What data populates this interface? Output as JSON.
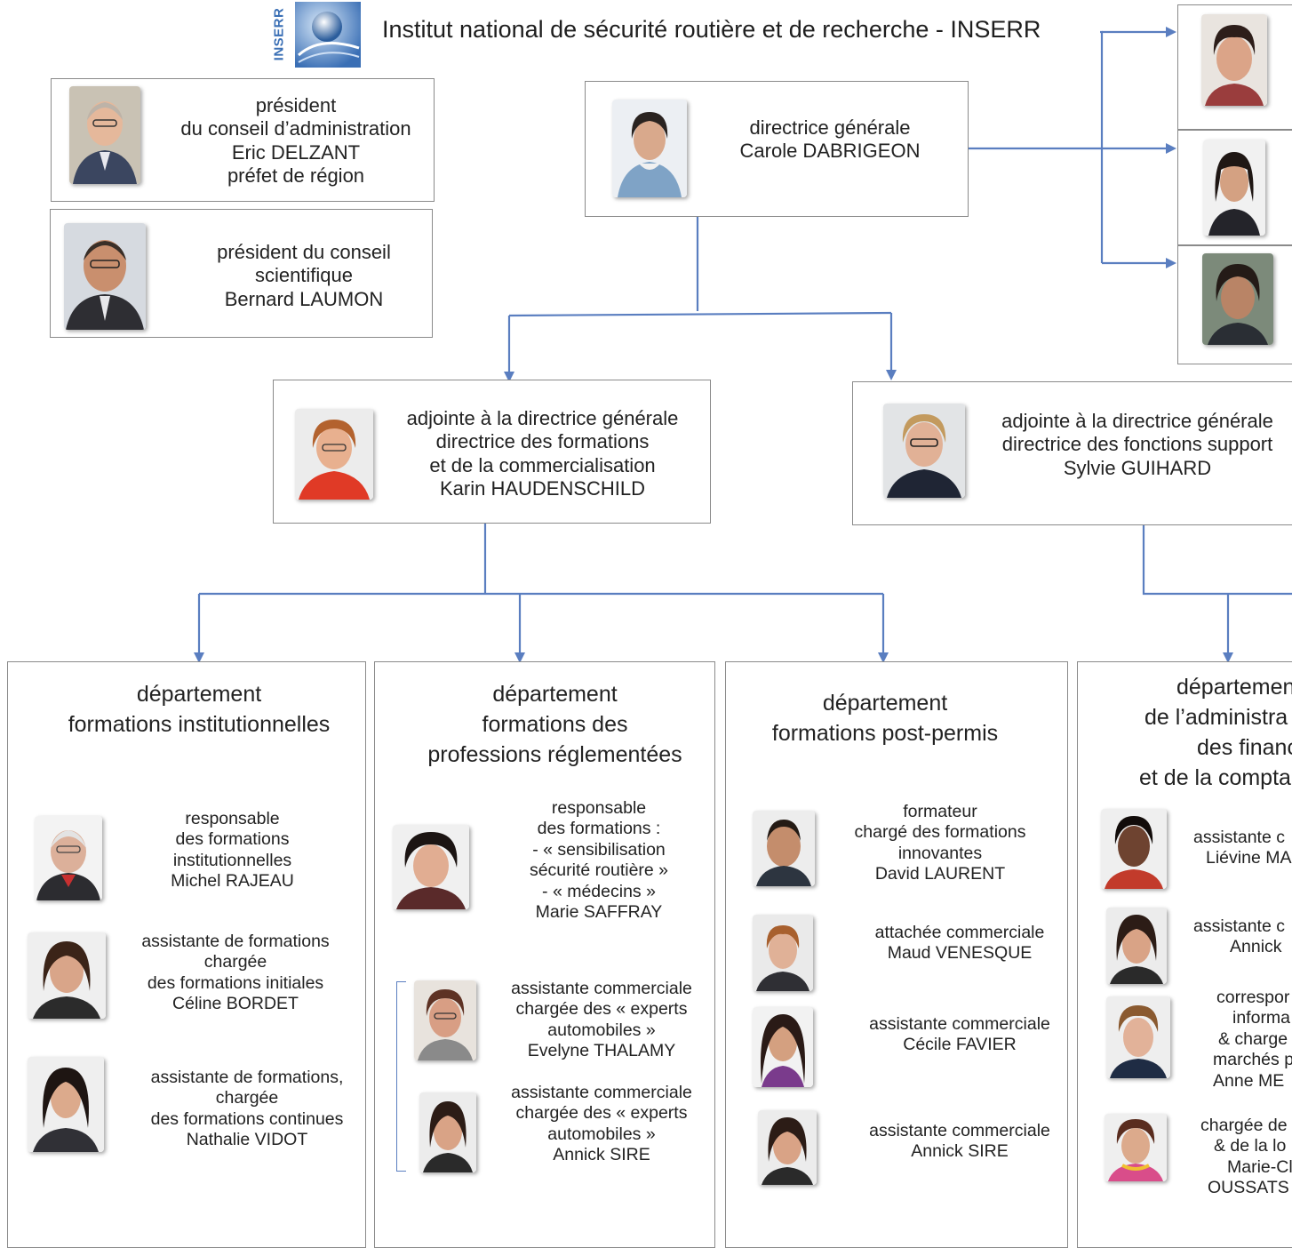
{
  "header": {
    "logo_text": "INSERR",
    "title": "Institut national de sécurité routière et de recherche - INSERR"
  },
  "board": {
    "president_ca": [
      "président",
      "du conseil d’administration",
      "Eric DELZANT",
      "préfet de région"
    ],
    "president_cs": [
      "président du conseil",
      "scientifique",
      "Bernard LAUMON"
    ]
  },
  "dg": [
    "directrice générale",
    "Carole DABRIGEON"
  ],
  "deputies": {
    "left": [
      "adjointe à la directrice générale",
      "directrice des formations",
      "et de la commercialisation",
      "Karin HAUDENSCHILD"
    ],
    "right": [
      "adjointe à la directrice générale",
      "directrice des fonctions support",
      "Sylvie GUIHARD"
    ]
  },
  "departments": {
    "institutionnelles": {
      "title": [
        "département",
        "formations institutionnelles"
      ],
      "members": [
        [
          "responsable",
          "des formations",
          "institutionnelles",
          "Michel RAJEAU"
        ],
        [
          "assistante de formations",
          "chargée",
          "des formations initiales",
          "Céline BORDET"
        ],
        [
          "assistante de formations,",
          "chargée",
          "des formations continues",
          "Nathalie VIDOT"
        ]
      ]
    },
    "reglementees": {
      "title": [
        "département",
        "formations des",
        "professions réglementées"
      ],
      "members": [
        [
          "responsable",
          "des formations :",
          "-      « sensibilisation",
          "sécurité routière »",
          "- « médecins »",
          "Marie SAFFRAY"
        ],
        [
          "assistante commerciale",
          "chargée des « experts",
          "automobiles »",
          "Evelyne THALAMY"
        ],
        [
          "assistante commerciale",
          "chargée des « experts",
          "automobiles »",
          "Annick SIRE"
        ]
      ]
    },
    "postpermis": {
      "title": [
        "département",
        "formations post-permis"
      ],
      "members": [
        [
          "formateur",
          "chargé des formations",
          "innovantes",
          "David LAURENT"
        ],
        [
          "attachée commerciale",
          "Maud VENESQUE"
        ],
        [
          "assistante commerciale",
          "Cécile FAVIER"
        ],
        [
          "assistante commerciale",
          "Annick SIRE"
        ]
      ]
    },
    "administration": {
      "title": [
        "départemen",
        "de l’administra",
        "des finance",
        "et de la compta"
      ],
      "members": [
        [
          "assistante c",
          "Liévine MA"
        ],
        [
          "assistante c",
          "Annick"
        ],
        [
          "correspor",
          "informa",
          "& charge",
          "marchés p",
          "Anne ME"
        ],
        [
          "chargée de",
          "& de la lo",
          "Marie-Cl",
          "OUSSATS"
        ]
      ]
    }
  },
  "colors": {
    "connector": "#5a7ec0",
    "border": "#8a8a8a",
    "logo_blue": "#3a6fb5"
  }
}
